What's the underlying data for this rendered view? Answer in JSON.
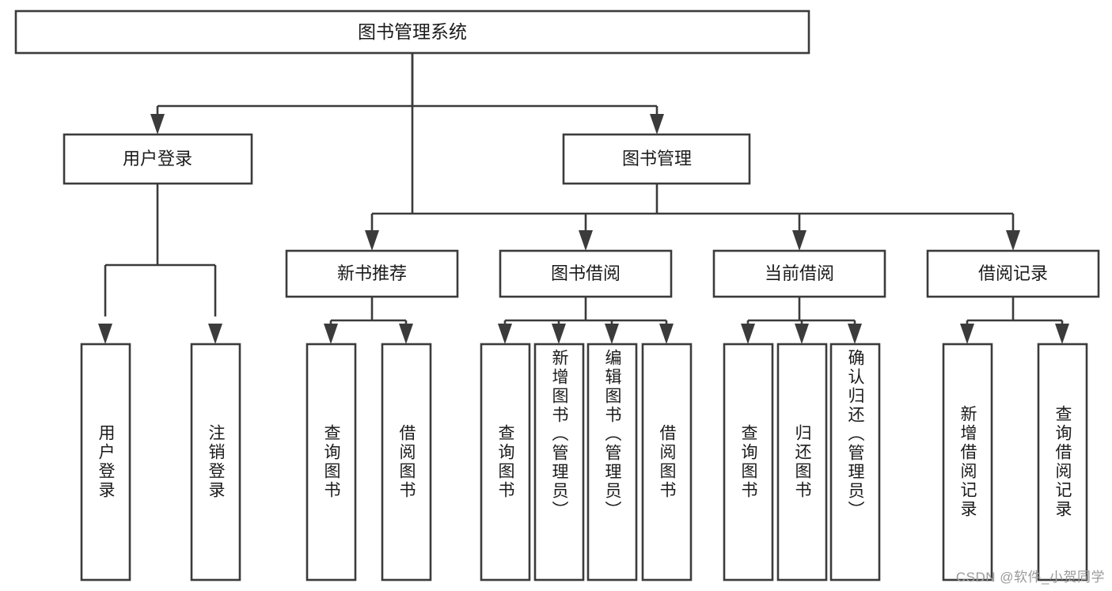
{
  "diagram": {
    "title": "图书管理系统",
    "type": "hierarchy-tree",
    "watermark": "CSDN @软件_小贺同学",
    "root": {
      "label": "图书管理系统",
      "orientation": "horizontal"
    },
    "level2": [
      {
        "label": "用户登录",
        "orientation": "horizontal"
      },
      {
        "label": "图书管理",
        "orientation": "horizontal"
      }
    ],
    "level3": [
      {
        "label": "新书推荐",
        "orientation": "horizontal",
        "parent": "图书管理"
      },
      {
        "label": "图书借阅",
        "orientation": "horizontal",
        "parent": "图书管理"
      },
      {
        "label": "当前借阅",
        "orientation": "horizontal",
        "parent": "图书管理"
      },
      {
        "label": "借阅记录",
        "orientation": "horizontal",
        "parent": "图书管理"
      }
    ],
    "leaves": {
      "user_login": [
        {
          "label": "用户登录",
          "orientation": "vertical"
        },
        {
          "label": "注销登录",
          "orientation": "vertical"
        }
      ],
      "new_book_recommend": [
        {
          "label": "查询图书",
          "orientation": "vertical"
        },
        {
          "label": "借阅图书",
          "orientation": "vertical"
        }
      ],
      "book_borrow": [
        {
          "label": "查询图书",
          "orientation": "vertical"
        },
        {
          "label": "新增图书（管理员）",
          "orientation": "vertical"
        },
        {
          "label": "编辑图书（管理员）",
          "orientation": "vertical"
        },
        {
          "label": "借阅图书",
          "orientation": "vertical"
        }
      ],
      "current_borrow": [
        {
          "label": "查询图书",
          "orientation": "vertical"
        },
        {
          "label": "归还图书",
          "orientation": "vertical"
        },
        {
          "label": "确认归还（管理员）",
          "orientation": "vertical"
        }
      ],
      "borrow_record": [
        {
          "label": "新增借阅记录",
          "orientation": "vertical"
        },
        {
          "label": "查询借阅记录",
          "orientation": "vertical"
        }
      ]
    },
    "colors": {
      "stroke": "#3b3b3b",
      "box_fill": "#ffffff",
      "text": "#1b1b1b",
      "background": "#ffffff",
      "watermark": "#9a9a9a"
    }
  }
}
